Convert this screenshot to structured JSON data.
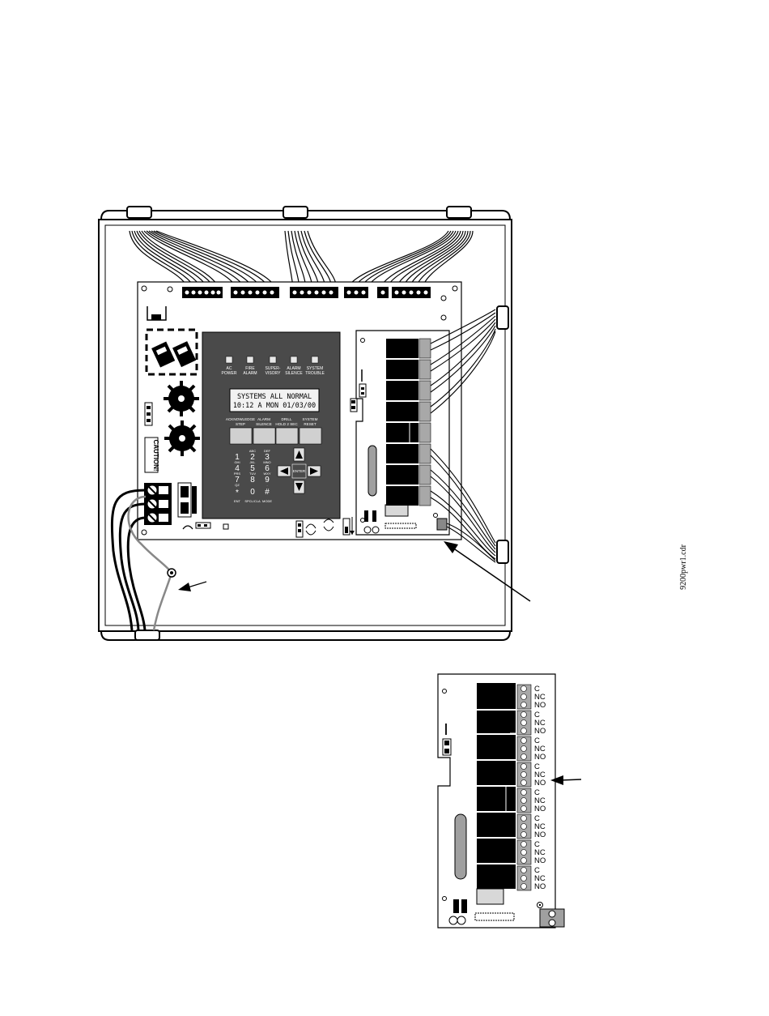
{
  "panel": {
    "leds": [
      {
        "line1": "AC",
        "line2": "POWER"
      },
      {
        "line1": "FIRE",
        "line2": "ALARM"
      },
      {
        "line1": "SUPER-",
        "line2": "VISORY"
      },
      {
        "line1": "ALARM",
        "line2": "SILENCE"
      },
      {
        "line1": "SYSTEM",
        "line2": "TROUBLE"
      }
    ],
    "lcd_line1": "SYSTEMS ALL NORMAL",
    "lcd_line2": "10:12 A MON 01/03/00",
    "buttons": [
      {
        "line1": "ACKNOWLEDGE",
        "line2": "STEP"
      },
      {
        "line1": "ALARM",
        "line2": "SILENCE"
      },
      {
        "line1": "DRILL",
        "line2": "HOLD 2 SEC"
      },
      {
        "line1": "SYSTEM",
        "line2": "RESET"
      }
    ],
    "keypad": [
      {
        "key": "1",
        "sub": ""
      },
      {
        "key": "2",
        "sub": "ABC"
      },
      {
        "key": "3",
        "sub": "DEF"
      },
      {
        "key": "4",
        "sub": "GHI"
      },
      {
        "key": "5",
        "sub": "JKL"
      },
      {
        "key": "6",
        "sub": "MNO"
      },
      {
        "key": "7",
        "sub": "PRS"
      },
      {
        "key": "8",
        "sub": "TUV"
      },
      {
        "key": "9",
        "sub": "WXY"
      },
      {
        "key": "*",
        "sub": "QZ"
      },
      {
        "key": "0",
        "sub": ""
      },
      {
        "key": "#",
        "sub": "."
      }
    ],
    "keypad_footer": [
      "ENT",
      "SPCL/CLA",
      "MODE"
    ],
    "enter_label": "ENTER"
  },
  "caution_label": "CAUTION!",
  "relay_terminals": [
    "C",
    "NC",
    "NO"
  ],
  "relay_count": 8,
  "filename": "9200pwr1.cdr"
}
